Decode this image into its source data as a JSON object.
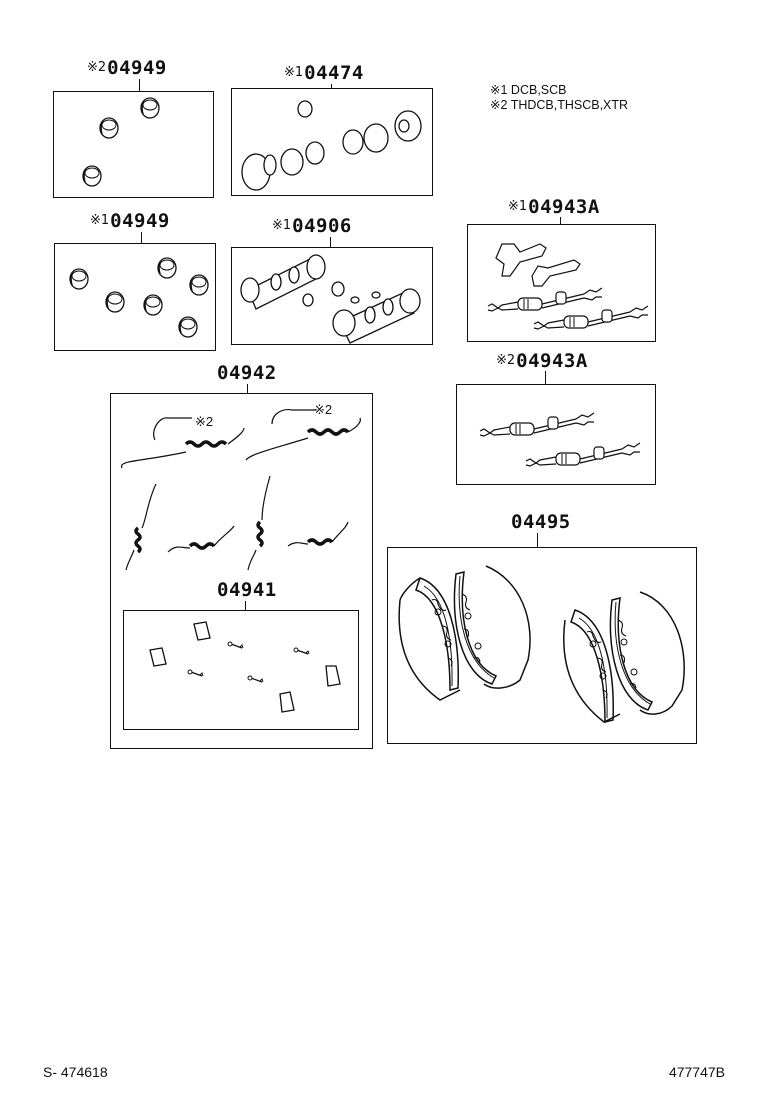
{
  "legend": {
    "items": [
      {
        "mark": "※1",
        "text": "DCB,SCB"
      },
      {
        "mark": "※2",
        "text": "THDCB,THSCB,XTR"
      }
    ]
  },
  "groups": {
    "g1": {
      "mark": "※2",
      "number": "04949"
    },
    "g2": {
      "mark": "※1",
      "number": "04474"
    },
    "g3": {
      "mark": "※1",
      "number": "04949"
    },
    "g4": {
      "mark": "※1",
      "number": "04906"
    },
    "g5": {
      "mark": "※1",
      "number": "04943A"
    },
    "g6": {
      "mark": "※2",
      "number": "04943A"
    },
    "g7": {
      "mark": "",
      "number": "04942"
    },
    "g8": {
      "mark": "",
      "number": "04941"
    },
    "g9": {
      "mark": "",
      "number": "04495"
    }
  },
  "callouts": {
    "spring_left": "※2",
    "spring_right": "※2"
  },
  "footer": {
    "left": "S- 474618",
    "right": "477747B"
  }
}
